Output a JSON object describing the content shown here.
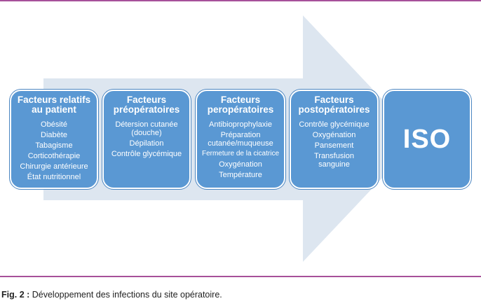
{
  "colors": {
    "frame_rule": "#a7509a",
    "arrow": "#dde6f0",
    "box_fill": "#5a98d3",
    "box_border": "#ffffff",
    "text": "#ffffff"
  },
  "boxes": [
    {
      "title": "Facteurs relatifs au patient",
      "items": [
        "Obésité",
        "Diabète",
        "Tabagisme",
        "Corticothérapie",
        "Chirurgie antérieure",
        "État nutritionnel"
      ]
    },
    {
      "title": "Facteurs préopératoires",
      "items": [
        "Détersion cutanée (douche)",
        "Dépilation",
        "Contrôle glycémique"
      ]
    },
    {
      "title": "Facteurs peropératoires",
      "items": [
        "Antibioprophylaxie",
        "Préparation cutanée/muqueuse",
        "Fermeture de la cicatrice",
        "Oxygénation",
        "Température"
      ]
    },
    {
      "title": "Facteurs postopératoires",
      "items": [
        "Contrôle glycémique",
        "Oxygénation",
        "Pansement",
        "Transfusion sanguine"
      ]
    }
  ],
  "outcome": "ISO",
  "caption": {
    "prefix": "Fig. 2 :",
    "text": " Développement des infections du site opératoire."
  }
}
